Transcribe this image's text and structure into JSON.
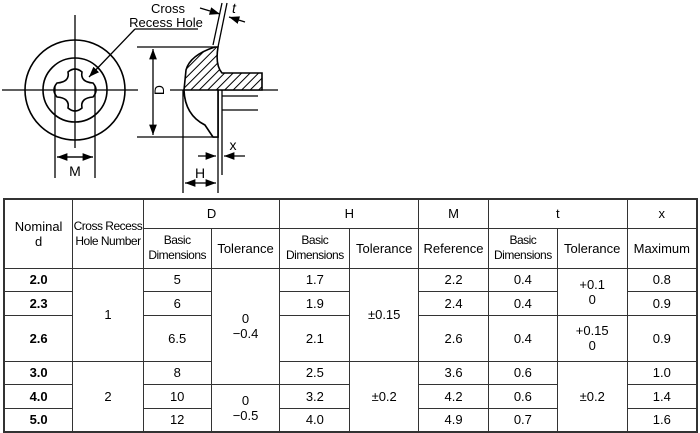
{
  "drawing": {
    "label_cross_line1": "Cross",
    "label_cross_line2": "Recess Hole",
    "label_t": "t",
    "label_D": "D",
    "label_M": "M",
    "label_H": "H",
    "label_x": "x"
  },
  "table": {
    "headers": {
      "nominal_line1": "Nominal",
      "nominal_line2": "d",
      "cross_line1": "Cross Recess",
      "cross_line2": "Hole Number",
      "D": "D",
      "H": "H",
      "M": "M",
      "t": "t",
      "x": "x",
      "basic_line1": "Basic",
      "basic_line2": "Dimensions",
      "tolerance": "Tolerance",
      "reference": "Reference",
      "maximum": "Maximum"
    },
    "rows": [
      {
        "d": "2.0",
        "D": "5",
        "H": "1.7",
        "M": "2.2",
        "t": "0.4",
        "x": "0.8"
      },
      {
        "d": "2.3",
        "D": "6",
        "H": "1.9",
        "M": "2.4",
        "t": "0.4",
        "x": "0.9"
      },
      {
        "d": "2.6",
        "D": "6.5",
        "H": "2.1",
        "M": "2.6",
        "t": "0.4",
        "x": "0.9"
      },
      {
        "d": "3.0",
        "D": "8",
        "H": "2.5",
        "M": "3.6",
        "t": "0.6",
        "x": "1.0"
      },
      {
        "d": "4.0",
        "D": "10",
        "H": "3.2",
        "M": "4.2",
        "t": "0.6",
        "x": "1.4"
      },
      {
        "d": "5.0",
        "D": "12",
        "H": "4.0",
        "M": "4.9",
        "t": "0.7",
        "x": "1.6"
      }
    ],
    "cross_hole": [
      "1",
      "2"
    ],
    "D_tol": [
      {
        "top": "0",
        "bottom": "−0.4"
      },
      {
        "top": "0",
        "bottom": "−0.5"
      }
    ],
    "H_tol": [
      "±0.15",
      "±0.2"
    ],
    "t_tol": [
      {
        "top": "+0.1",
        "bottom": "0"
      },
      {
        "top": "+0.15",
        "bottom": "0"
      },
      {
        "single": "±0.2"
      }
    ]
  }
}
